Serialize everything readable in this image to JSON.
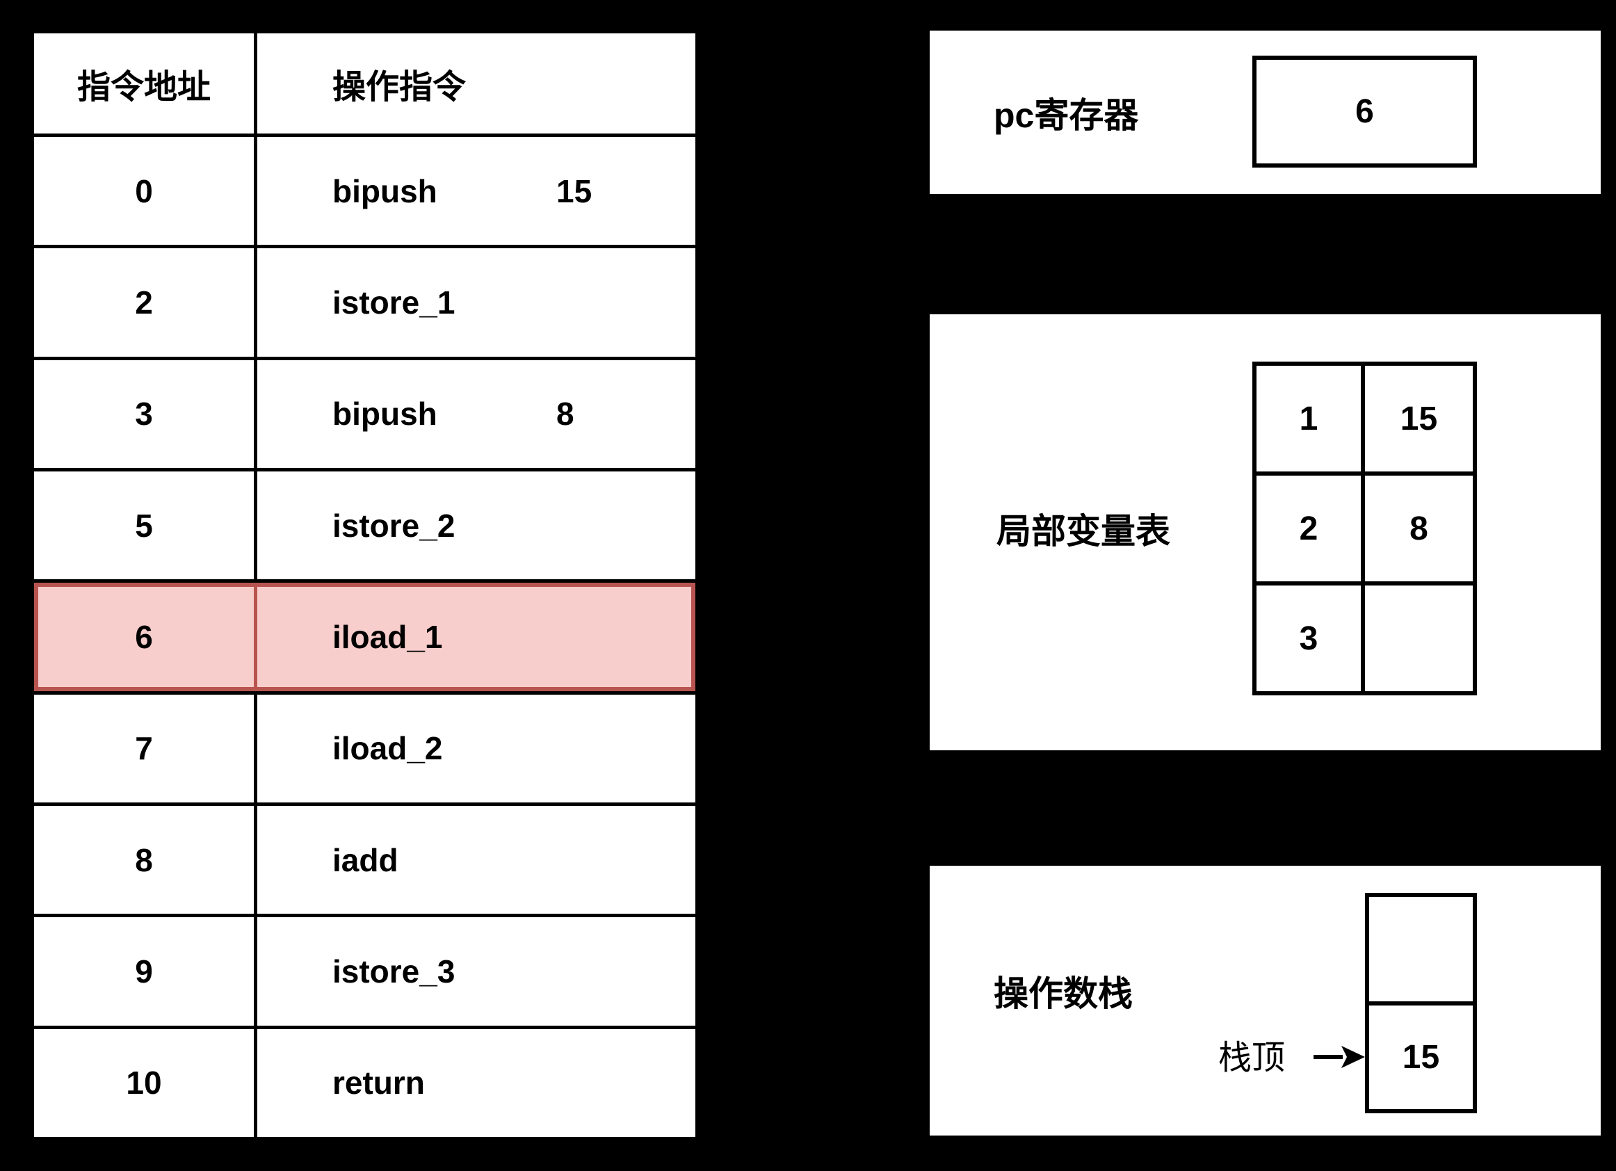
{
  "instruction_table": {
    "headers": {
      "address": "指令地址",
      "operation": "操作指令"
    },
    "rows": [
      {
        "address": "0",
        "opcode": "bipush",
        "operand": "15",
        "highlighted": false
      },
      {
        "address": "2",
        "opcode": "istore_1",
        "operand": "",
        "highlighted": false
      },
      {
        "address": "3",
        "opcode": "bipush",
        "operand": "8",
        "highlighted": false
      },
      {
        "address": "5",
        "opcode": "istore_2",
        "operand": "",
        "highlighted": false
      },
      {
        "address": "6",
        "opcode": "iload_1",
        "operand": "",
        "highlighted": true
      },
      {
        "address": "7",
        "opcode": "iload_2",
        "operand": "",
        "highlighted": false
      },
      {
        "address": "8",
        "opcode": "iadd",
        "operand": "",
        "highlighted": false
      },
      {
        "address": "9",
        "opcode": "istore_3",
        "operand": "",
        "highlighted": false
      },
      {
        "address": "10",
        "opcode": "return",
        "operand": "",
        "highlighted": false
      }
    ],
    "highlight_colors": {
      "fill": "#F8CECC",
      "border": "#B85450"
    }
  },
  "pc_register": {
    "label": "pc寄存器",
    "value": "6"
  },
  "local_variable_table": {
    "label": "局部变量表",
    "rows": [
      {
        "index": "1",
        "value": "15"
      },
      {
        "index": "2",
        "value": "8"
      },
      {
        "index": "3",
        "value": ""
      }
    ]
  },
  "operand_stack": {
    "label": "操作数栈",
    "stack_top_label": "栈顶",
    "cells": [
      "",
      "15"
    ]
  },
  "colors": {
    "background": "#000000",
    "panel": "#FFFFFF",
    "line": "#000000"
  }
}
